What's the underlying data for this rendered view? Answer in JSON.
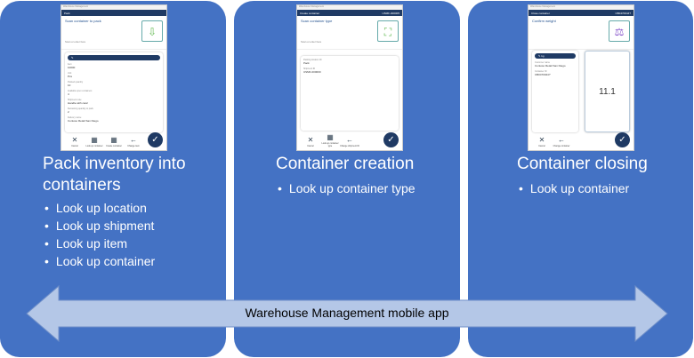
{
  "panels": [
    {
      "title": "Pack inventory into containers",
      "bullets": [
        "Look up location",
        "Look up shipment",
        "Look up item",
        "Look up container"
      ],
      "phone": {
        "window": "Warehouse Management",
        "header": "Pack",
        "header_right": "",
        "prompt": "Scan container to pack",
        "placeholder": "Scan or enter here",
        "pill": "",
        "fields": [
          {
            "label": "Item",
            "value": "10000"
          },
          {
            "label": "Unit",
            "value": "Pcs"
          },
          {
            "label": "Packed quantity",
            "value": "10"
          },
          {
            "label": "Available open containers",
            "value": "4"
          },
          {
            "label": "Shipment note",
            "value": "Handle with care!"
          },
          {
            "label": "Remaining quantity to pack",
            "value": "2"
          },
          {
            "label": "Delivery name",
            "value": "Contoso Retail San Diego"
          }
        ],
        "buttons": [
          "Cancel",
          "Look up container",
          "Create container",
          "Change item"
        ]
      }
    },
    {
      "title": "Container creation",
      "bullets": [
        "Look up container type"
      ],
      "phone": {
        "window": "Warehouse Management",
        "header": "Create container",
        "header_right": "USMF-000005",
        "prompt": "Scan container type",
        "placeholder": "Scan or enter here",
        "fields": [
          {
            "label": "Packing location ID",
            "value": "Pack"
          },
          {
            "label": "Shipment ID",
            "value": "USMF-000000"
          }
        ],
        "buttons": [
          "Cancel",
          "Look up container type",
          "Change shipment ID"
        ]
      }
    },
    {
      "title": "Container closing",
      "bullets": [
        "Look up container"
      ],
      "phone": {
        "window": "Warehouse Management",
        "header": "Close container",
        "header_right": "CB0470044?",
        "prompt": "Confirm weight",
        "pill": "kg",
        "fields": [
          {
            "label": "Customer name",
            "value": "Contoso Retail San Diego"
          },
          {
            "label": "Container ID",
            "value": "CB0470044?"
          }
        ],
        "weight": "11.1",
        "buttons": [
          "Cancel",
          "Change container"
        ]
      }
    }
  ],
  "arrow_label": "Warehouse Management mobile app",
  "colors": {
    "panel": "#4472c4",
    "arrow": "#b4c7e7",
    "app_header": "#1f3a64"
  }
}
